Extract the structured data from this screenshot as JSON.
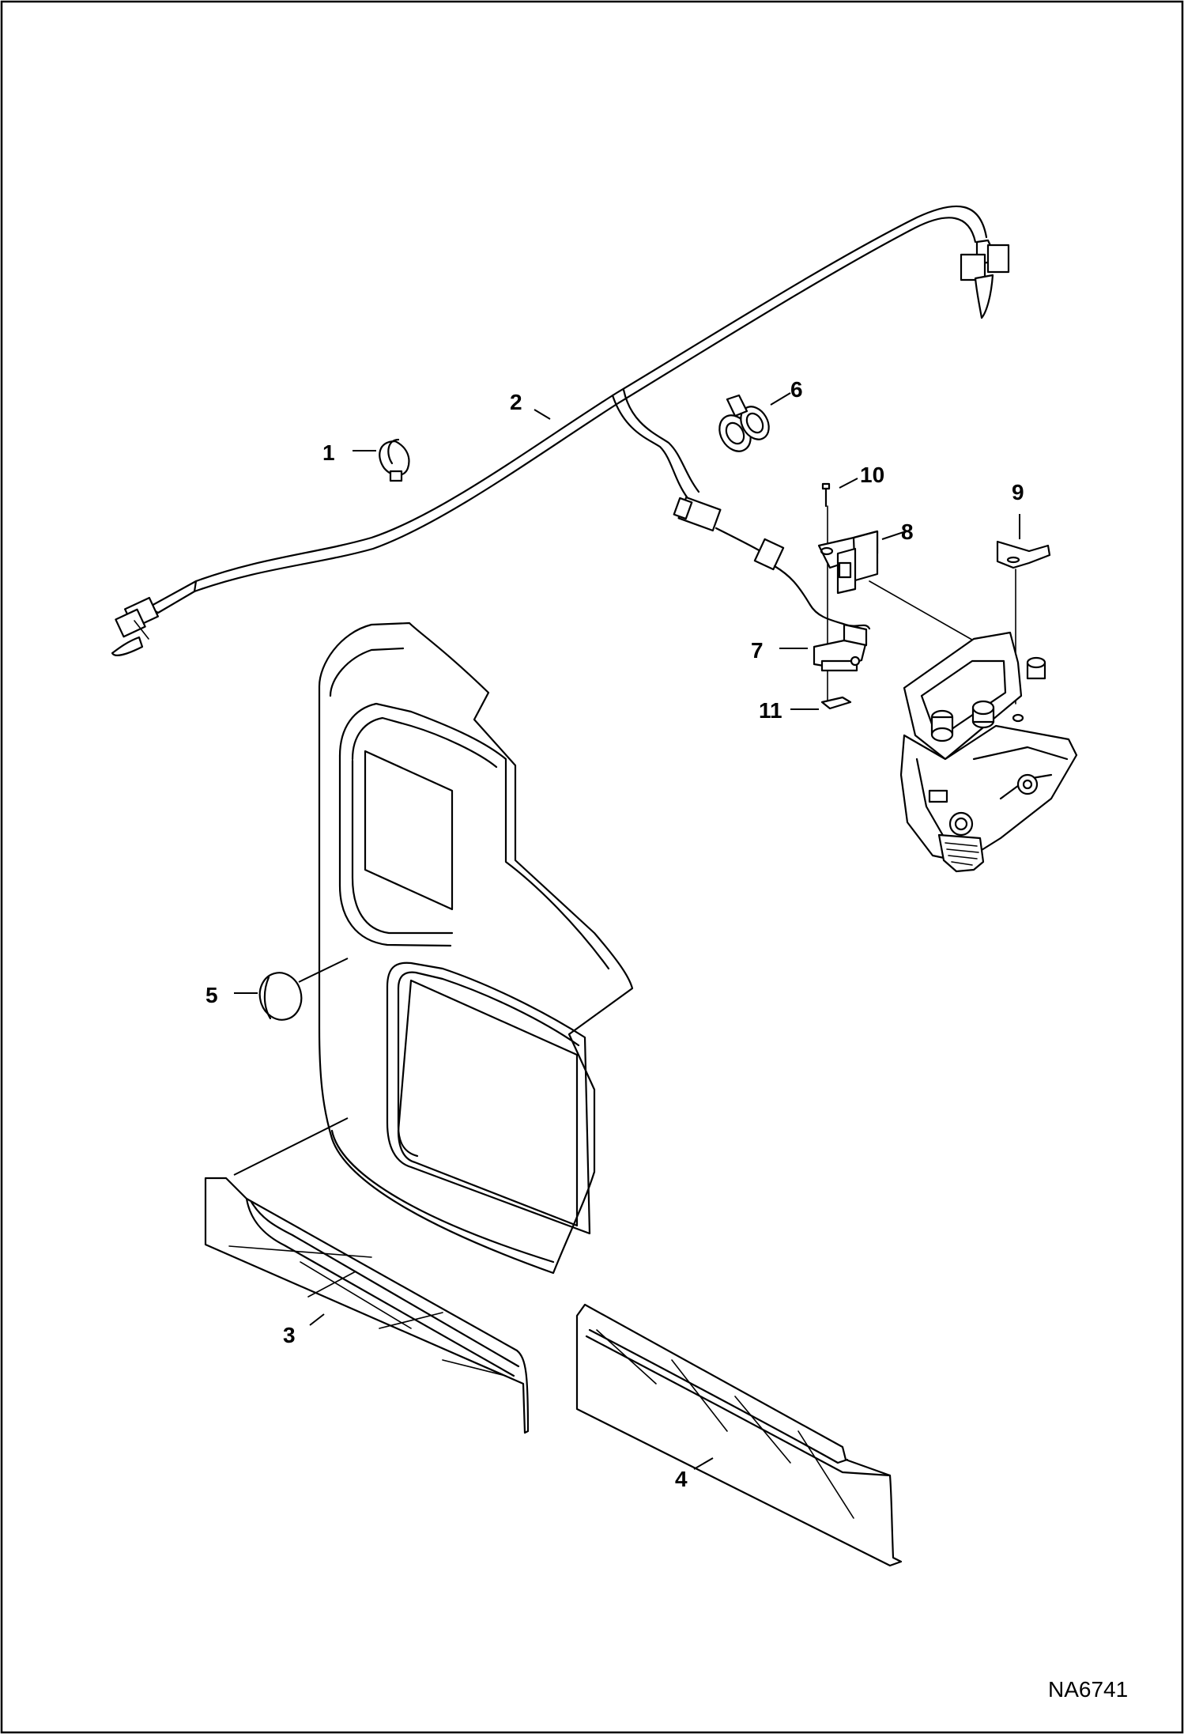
{
  "callouts": {
    "c1": "1",
    "c2": "2",
    "c3": "3",
    "c4": "4",
    "c5": "5",
    "c6": "6",
    "c7": "7",
    "c8": "8",
    "c9": "9",
    "c10": "10",
    "c11": "11"
  },
  "drawing_number": "NA6741"
}
